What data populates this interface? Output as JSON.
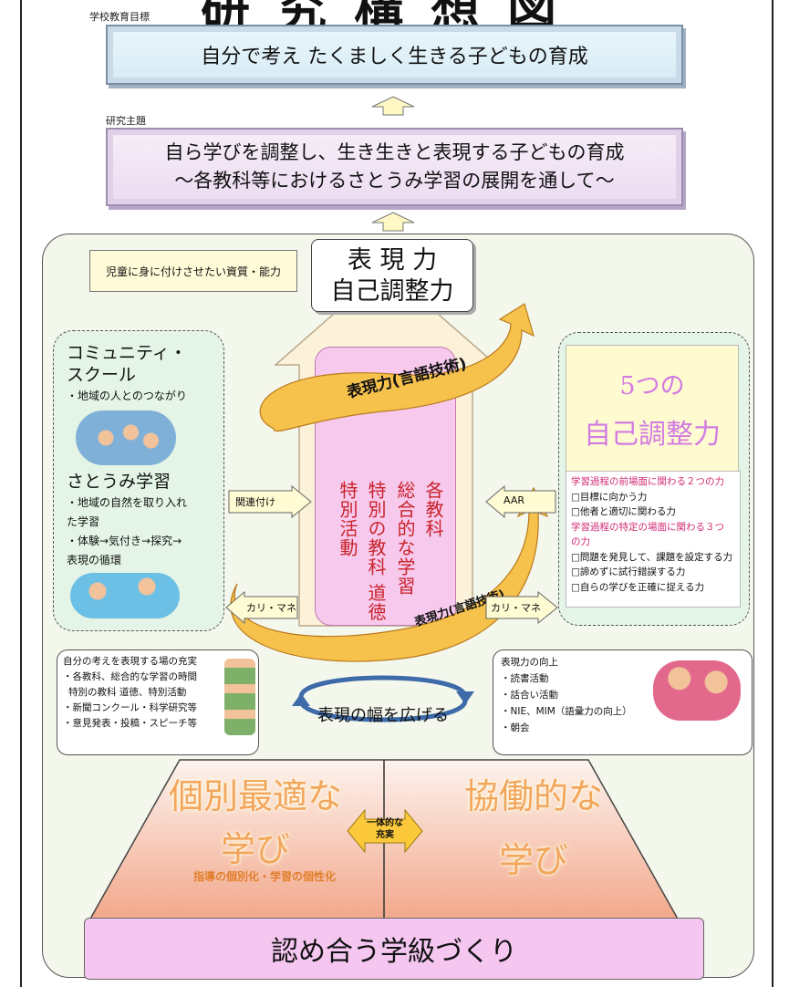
{
  "title": "研究構想図",
  "goal": {
    "label": "学校教育目標",
    "text": "自分で考え たくましく生きる子どもの育成"
  },
  "theme": {
    "label": "研究主題",
    "line1": "自ら学びを調整し、生き生きと表現する子どもの育成",
    "line2": "～各教科等におけるさとうみ学習の展開を通して～"
  },
  "qualities_label": "児童に身に付けさせたい資質・能力",
  "center_title": {
    "line1": "表 現 力",
    "line2": "自己調整力"
  },
  "community": {
    "h1a": "コミュニティ・",
    "h1b": "スクール",
    "b1": "・地域の人とのつながり",
    "h2": "さとうみ学習",
    "b2": [
      "・地域の自然を取り入れ",
      "た学習",
      "・体験→気付き→探究→",
      "表現の循環"
    ]
  },
  "arrows": {
    "link": "関連付け",
    "aar": "AAR",
    "curi_left": "カリ・マネ",
    "curi_right": "カリ・マネ"
  },
  "banner_upper": "表現力(言語技術)",
  "banner_lower": "表現力(言語技術)",
  "subjects": [
    "各教科",
    "総合的な学習",
    "特別の教科 道徳",
    "特別活動"
  ],
  "five": {
    "title1": "5つの",
    "title2": "自己調整力",
    "items": [
      {
        "text": "学習過程の前場面に関わる２つの力",
        "pink": true
      },
      {
        "text": "□目標に向かう力",
        "pink": false
      },
      {
        "text": "□他者と適切に関わる力",
        "pink": false
      },
      {
        "text": "学習過程の特定の場面に関わる３つ",
        "pink": true
      },
      {
        "text": "の力",
        "pink": true
      },
      {
        "text": "□問題を発見して、課題を設定する力",
        "pink": false
      },
      {
        "text": "□諦めずに試行錯誤する力",
        "pink": false
      },
      {
        "text": "□自らの学びを正確に捉える力",
        "pink": false
      }
    ]
  },
  "expression_place": {
    "title": "自分の考えを表現する場の充実",
    "items": [
      "・各教科、総合的な学習の時間",
      "特別の教科 道徳、特別活動",
      "・新聞コンクール・科学研究等",
      "・意見発表・投稿・スピーチ等"
    ]
  },
  "widen": "表現の幅を広げる",
  "expression_improve": {
    "title": "表現力の向上",
    "items": [
      "・読書活動",
      "・話合い活動",
      "・NIE、MIM（語彙力の向上）",
      "・朝会"
    ]
  },
  "bottom": {
    "left1": "個別最適な",
    "left2": "学び",
    "left_sub": "指導の個別化・学習の個性化",
    "right1": "協働的な",
    "right2": "学び",
    "middle1": "一体的な",
    "middle2": "充実",
    "base": "認め合う学級づくり"
  }
}
